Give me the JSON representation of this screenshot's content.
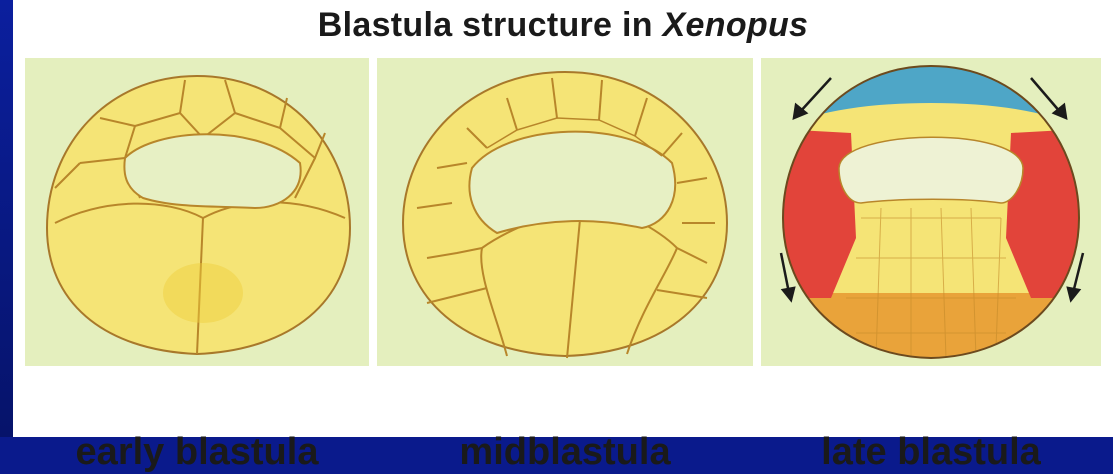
{
  "title": {
    "prefix": "Blastula structure in ",
    "italic": "Xenopus"
  },
  "panels": [
    {
      "caption": "early blastula"
    },
    {
      "caption": "midblastula"
    },
    {
      "caption": "late blastula"
    }
  ],
  "colors": {
    "frame": "#0a1a8c",
    "panel_bg": "#e4efbe",
    "cell_fill": "#f5e476",
    "cell_line": "#b8862a",
    "animal_cap": "#4ea6c7",
    "marginal_zone": "#e2443a",
    "vegetal_edge": "#e9a33a",
    "blastocoel": "#eef2d4"
  }
}
